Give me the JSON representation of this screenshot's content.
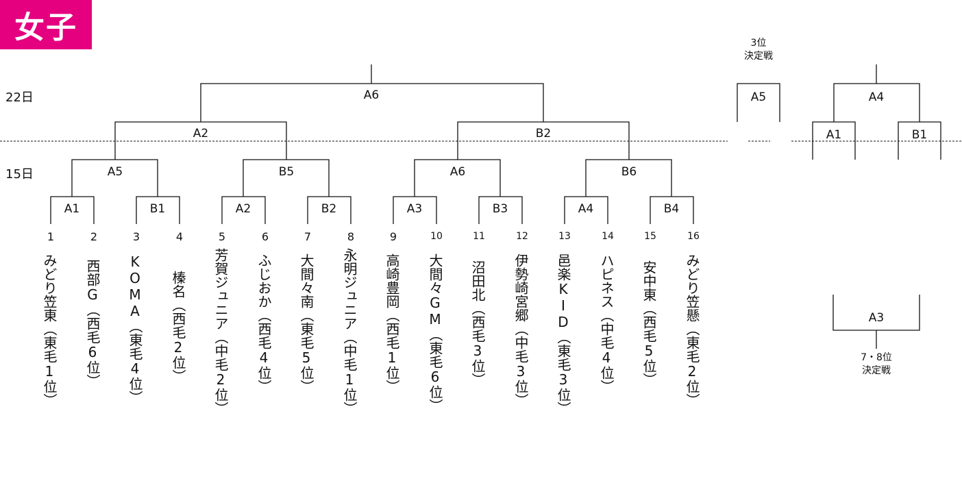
{
  "header": {
    "title": "女子"
  },
  "days": {
    "day22": "22日",
    "day15": "15日"
  },
  "main": {
    "final": "A6",
    "semis": [
      "A2",
      "B2"
    ],
    "quarters": [
      "A5",
      "B5",
      "A6",
      "B6"
    ],
    "round1": [
      "A1",
      "B1",
      "A2",
      "B2",
      "A3",
      "B3",
      "A4",
      "B4"
    ]
  },
  "third_place": {
    "note_line1": "3位",
    "note_line2": "決定戦",
    "match": "A5"
  },
  "consolation": {
    "final": "A4",
    "semis": [
      "A1",
      "B1"
    ],
    "match": "A3",
    "note_line1": "7・8位",
    "note_line2": "決定戦"
  },
  "teams": [
    {
      "no": "1",
      "name": "みどり笠東（東毛1位）"
    },
    {
      "no": "2",
      "name": "西部G（西毛6位）"
    },
    {
      "no": "3",
      "name": "KOMA（東毛4位）"
    },
    {
      "no": "4",
      "name": "榛名（西毛2位）"
    },
    {
      "no": "5",
      "name": "芳賀ジュニア（中毛2位）"
    },
    {
      "no": "6",
      "name": "ふじおか（西毛4位）"
    },
    {
      "no": "7",
      "name": "大間々南（東毛5位）"
    },
    {
      "no": "8",
      "name": "永明ジュニア（中毛1位）"
    },
    {
      "no": "9",
      "name": "高崎豊岡（西毛1位）"
    },
    {
      "no": "10",
      "name": "大間々GM（東毛6位）"
    },
    {
      "no": "11",
      "name": "沼田北（西毛3位）"
    },
    {
      "no": "12",
      "name": "伊勢崎宮郷（中毛3位）"
    },
    {
      "no": "13",
      "name": "邑楽KID（東毛3位）"
    },
    {
      "no": "14",
      "name": "ハピネス（中毛4位）"
    },
    {
      "no": "15",
      "name": "安中東（西毛5位）"
    },
    {
      "no": "16",
      "name": "みどり笠懸（東毛2位）"
    }
  ]
}
